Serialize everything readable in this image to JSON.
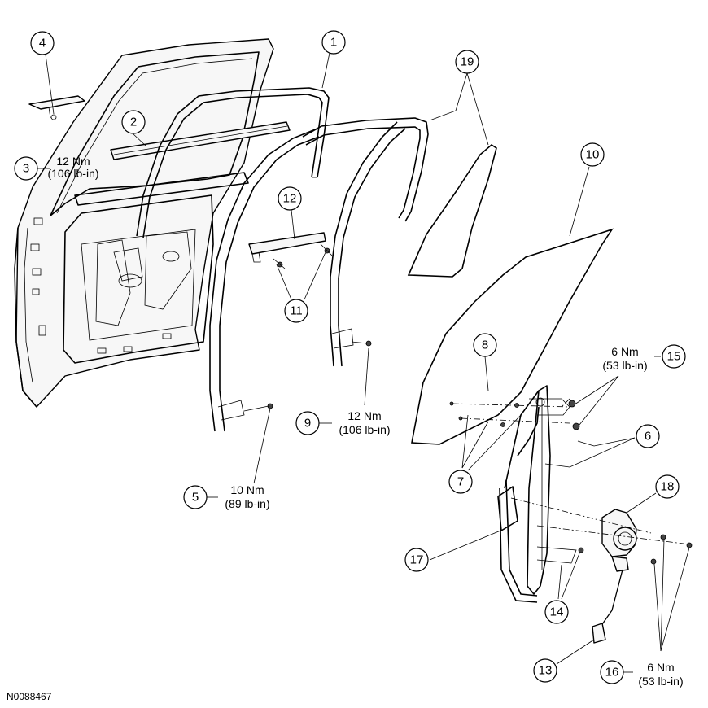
{
  "figure_id": "N0088467",
  "callouts": [
    "1",
    "2",
    "3",
    "4",
    "5",
    "6",
    "7",
    "8",
    "9",
    "10",
    "11",
    "12",
    "13",
    "14",
    "15",
    "16",
    "17",
    "18",
    "19"
  ],
  "torque_specs": {
    "spec_3": {
      "nm": "12 Nm",
      "lbin": "(106 lb-in)"
    },
    "spec_5": {
      "nm": "10 Nm",
      "lbin": "(89 lb-in)"
    },
    "spec_9": {
      "nm": "12 Nm",
      "lbin": "(106 lb-in)"
    },
    "spec_15": {
      "nm": "6 Nm",
      "lbin": "(53 lb-in)"
    },
    "spec_16": {
      "nm": "6 Nm",
      "lbin": "(53 lb-in)"
    }
  }
}
